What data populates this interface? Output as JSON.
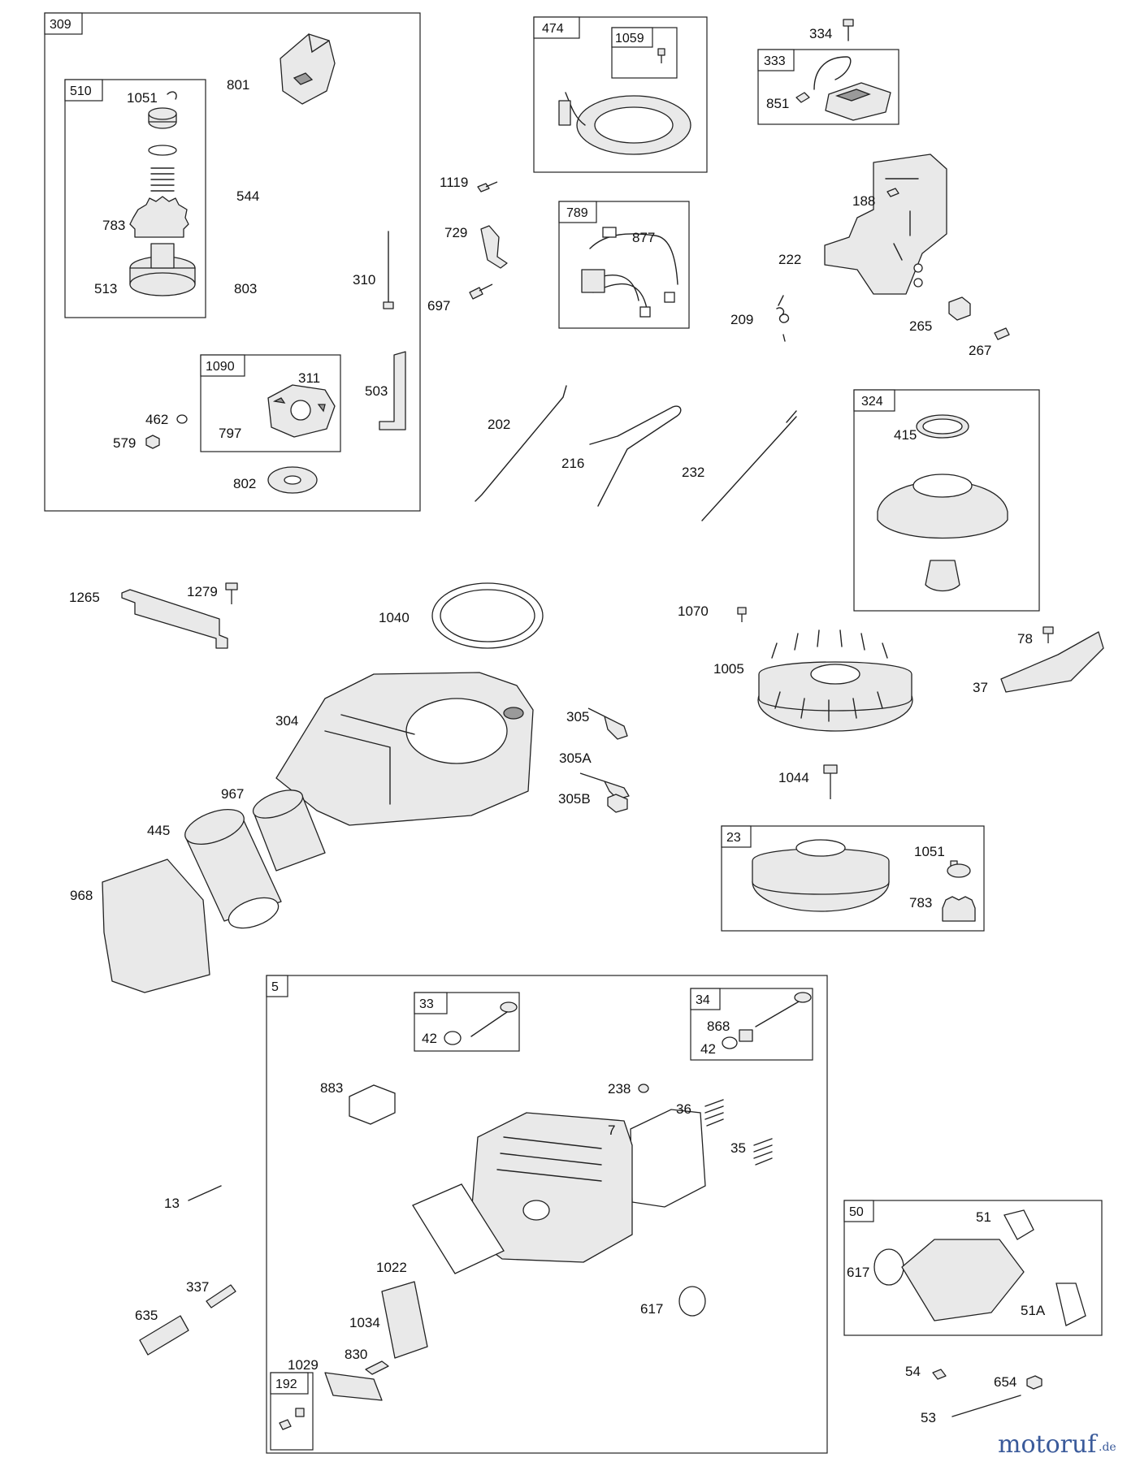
{
  "watermark": {
    "brand": "motoruf",
    "tld": ".de",
    "accent_color": "#3a5a9a"
  },
  "groups": [
    {
      "id": "g309",
      "label": "309"
    },
    {
      "id": "g510",
      "label": "510"
    },
    {
      "id": "g1090",
      "label": "1090"
    },
    {
      "id": "g474",
      "label": "474"
    },
    {
      "id": "g1059",
      "label": "1059"
    },
    {
      "id": "g333",
      "label": "333"
    },
    {
      "id": "g789",
      "label": "789"
    },
    {
      "id": "g324",
      "label": "324"
    },
    {
      "id": "g23",
      "label": "23"
    },
    {
      "id": "g5",
      "label": "5"
    },
    {
      "id": "g33",
      "label": "33"
    },
    {
      "id": "g34",
      "label": "34"
    },
    {
      "id": "g50",
      "label": "50"
    },
    {
      "id": "g192",
      "label": "192"
    }
  ],
  "labels": [
    "801",
    "1051",
    "544",
    "783",
    "513",
    "803",
    "310",
    "311",
    "797",
    "462",
    "579",
    "503",
    "802",
    "1119",
    "729",
    "697",
    "877",
    "334",
    "851",
    "188",
    "222",
    "209",
    "265",
    "267",
    "202",
    "216",
    "232",
    "415",
    "1265",
    "1279",
    "1040",
    "1070",
    "78",
    "1005",
    "37",
    "304",
    "305",
    "305A",
    "305B",
    "1044",
    "967",
    "445",
    "968",
    "1051",
    "783",
    "42",
    "868",
    "42",
    "883",
    "238",
    "36",
    "7",
    "35",
    "13",
    "1022",
    "617",
    "51",
    "617",
    "51A",
    "337",
    "1034",
    "635",
    "830",
    "1029",
    "54",
    "654",
    "53"
  ]
}
